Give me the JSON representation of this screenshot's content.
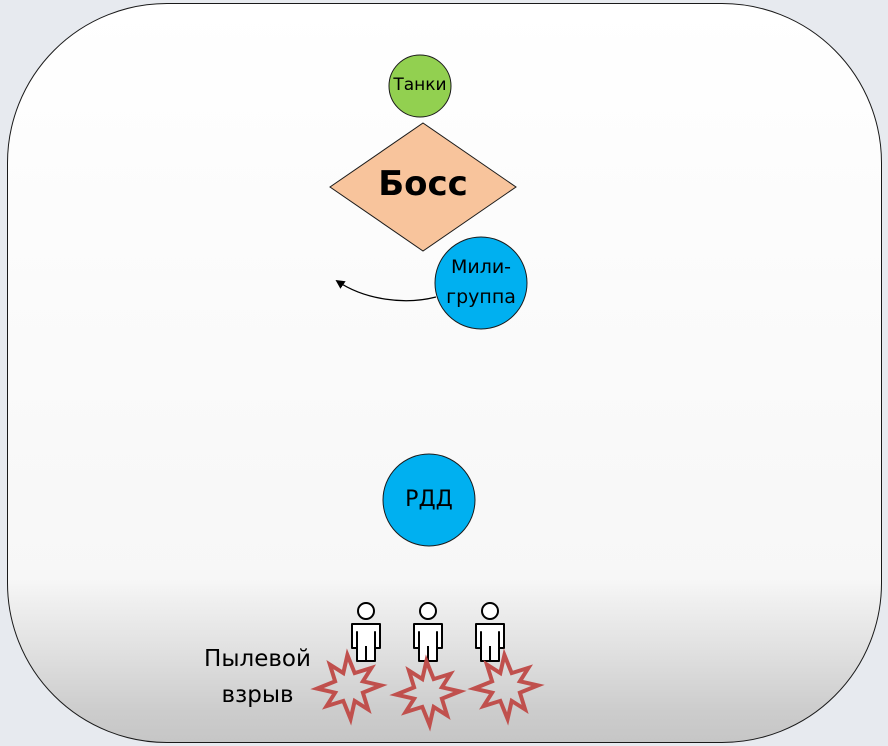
{
  "diagram": {
    "title": "",
    "background_color": "#e7eaef",
    "arena": {
      "name": "boss-arena",
      "fill_top": "#ffffff",
      "fill_bottom": "#c6c6c6",
      "border": "#1a1a1a"
    },
    "nodes": {
      "tanks": {
        "label": "Танки",
        "shape": "circle",
        "fill": "#92d050"
      },
      "boss": {
        "label": "Босс",
        "shape": "diamond",
        "fill": "#f8c49c"
      },
      "melee": {
        "label_line1": "Мили-",
        "label_line2": "группа",
        "shape": "circle",
        "fill": "#00b0f0"
      },
      "ranged": {
        "label": "РДД",
        "shape": "circle",
        "fill": "#00b0f0"
      }
    },
    "arrow": {
      "from": "melee",
      "direction": "left-up",
      "meaning": "movement",
      "color": "#000000"
    },
    "players": [
      {
        "icon": "person-icon"
      },
      {
        "icon": "person-icon"
      },
      {
        "icon": "person-icon"
      }
    ],
    "explosions": [
      {
        "icon": "explosion-icon",
        "color": "#c0504d"
      },
      {
        "icon": "explosion-icon",
        "color": "#c0504d"
      },
      {
        "icon": "explosion-icon",
        "color": "#c0504d"
      }
    ],
    "annotation": {
      "line1": "Пылевой",
      "line2": "взрыв"
    }
  }
}
